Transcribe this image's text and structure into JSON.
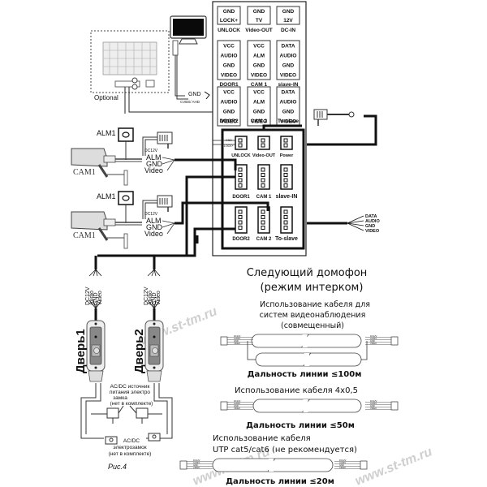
{
  "diagram": {
    "figure_label": "Рис.4",
    "watermark": "www.st-tm.ru",
    "panel_top": {
      "connectors": [
        {
          "lines": [
            "GND",
            "LOCK+"
          ],
          "label": "UNLOCK"
        },
        {
          "lines": [
            "GND",
            "TV"
          ],
          "label": "Video-OUT"
        },
        {
          "lines": [
            "GND",
            "12V"
          ],
          "label": "DC-IN"
        },
        {
          "lines": [
            "VCC",
            "AUDIO",
            "GND",
            "VIDEO"
          ],
          "label": "DOOR1"
        },
        {
          "lines": [
            "VCC",
            "ALM",
            "GND",
            "VIDEO"
          ],
          "label": "CAM 1"
        },
        {
          "lines": [
            "DATA",
            "AUDIO",
            "GND",
            "VIDEO"
          ],
          "label": "slave-IN"
        },
        {
          "lines": [
            "VCC",
            "AUDIO",
            "GND",
            "VIDEO"
          ],
          "label": "DOOR2"
        },
        {
          "lines": [
            "VCC",
            "ALM",
            "GND",
            "VIDEO"
          ],
          "label": "CAM 2"
        },
        {
          "lines": [
            "DATA",
            "AUDIO",
            "GND",
            "VIDEO"
          ],
          "label": "To-slave"
        }
      ]
    },
    "panel_bottom": {
      "ports": [
        "UNLOCK",
        "Video-OUT",
        "Power",
        "DOOR1",
        "CAM 1",
        "slave-IN",
        "DOOR2",
        "CAM 2",
        "To-slave"
      ],
      "unlock_pins": [
        "GND",
        "LOCK+"
      ]
    },
    "gate": {
      "label": "Optional"
    },
    "monitor_wires": {
      "gnd": "GND",
      "signal": "CVBS/ AHD"
    },
    "cameras": [
      {
        "alarm_label": "ALM1",
        "camera_label": "CAM1",
        "wires": [
          "DC12V",
          "ALM",
          "GND",
          "Video"
        ]
      },
      {
        "alarm_label": "ALM1",
        "camera_label": "CAM1",
        "wires": [
          "DC12V",
          "ALM",
          "GND",
          "Video"
        ]
      }
    ],
    "slave_out_wires": [
      "DATA",
      "AUDIO",
      "GND",
      "VIDEO"
    ],
    "doors": [
      {
        "label": "Дверь1",
        "wires": [
          "DC12V",
          "Audio",
          "GND",
          "Video"
        ]
      },
      {
        "label": "Дверь2",
        "wires": [
          "DC12V",
          "Audio",
          "GND",
          "Video"
        ]
      }
    ],
    "lock_power": {
      "lines": [
        "AC/DC источник",
        "питания электро",
        "замка",
        "(нет в комплекте)"
      ]
    },
    "lock": {
      "lines": [
        "AC/DC",
        "электрозамок",
        "(нет в комплекте)"
      ]
    },
    "intercom": {
      "title_lines": [
        "Следующий домофон",
        "(режим интерком)"
      ],
      "cables": [
        {
          "title_lines": [
            "Использование кабеля для",
            "систем видеонаблюдения",
            "(совмещенный)"
          ],
          "range": "Дальность линии ≤100м"
        },
        {
          "title_lines": [
            "Использование кабеля 4x0,5"
          ],
          "range": "Дальность линии ≤50м"
        },
        {
          "title_lines": [
            "Использование кабеля",
            "UTP cat5/cat6 (не рекомендуется)"
          ],
          "range": "Дальность линии ≤20м"
        }
      ],
      "plug_pins": [
        "DC12V",
        "AUDIO",
        "GND",
        "VIDEO"
      ]
    }
  }
}
